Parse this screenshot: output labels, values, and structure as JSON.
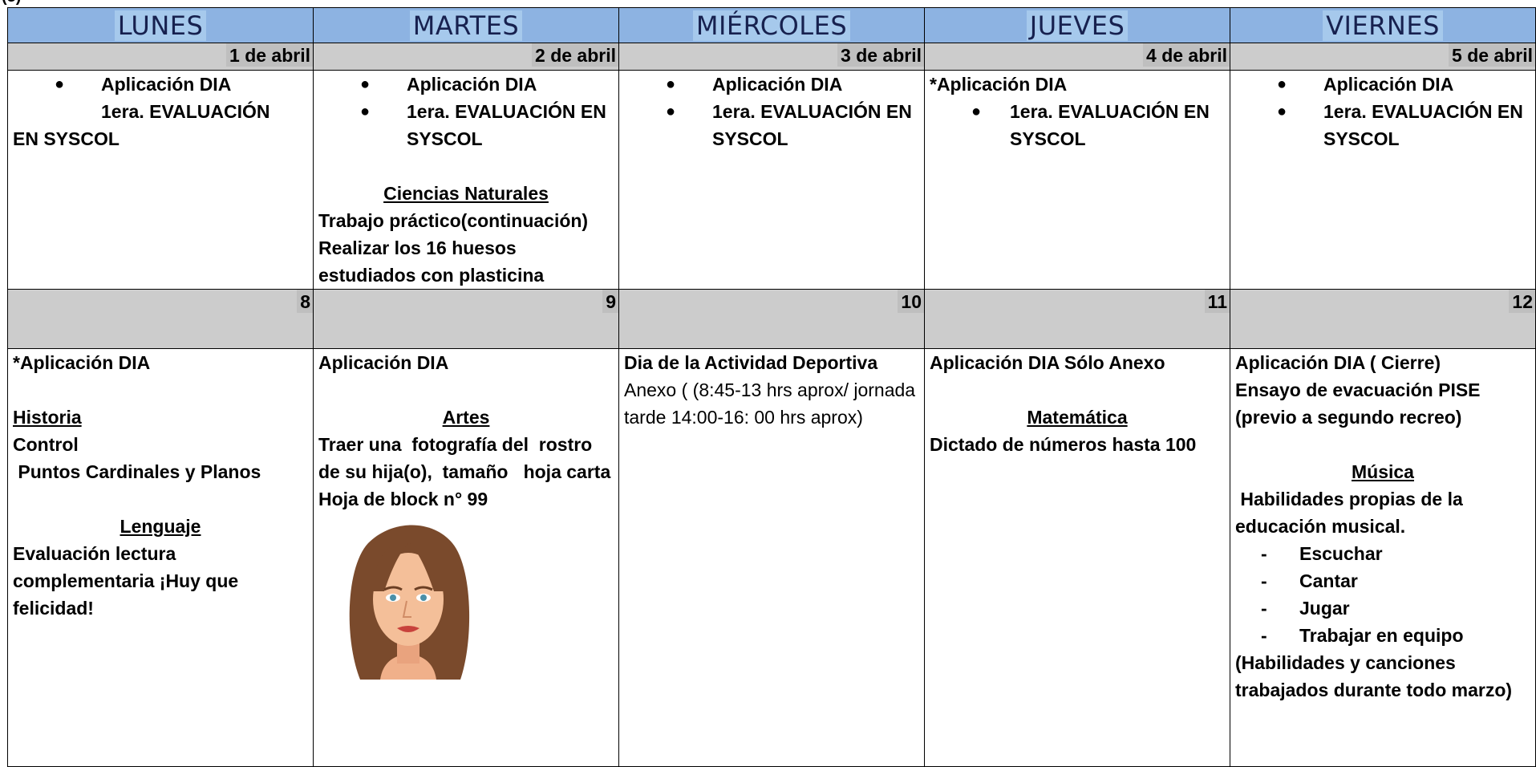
{
  "days": [
    "LUNES",
    "MARTES",
    "MIÉRCOLES",
    "JUEVES",
    "VIERNES"
  ],
  "week1_dates": [
    "1 de abril",
    "2 de abril",
    "3 de abril",
    "4 de abril",
    "5 de abril"
  ],
  "week2_dates": [
    "8",
    "9",
    "10",
    "11",
    "12"
  ],
  "week1": {
    "lunes": {
      "line1": "Aplicación DIA",
      "line2": "1era. EVALUACIÓN",
      "line3": "EN SYSCOL"
    },
    "martes": {
      "bullets": [
        "Aplicación DIA",
        "1era. EVALUACIÓN EN SYSCOL"
      ],
      "subject": "Ciencias Naturales",
      "lines": [
        "Trabajo práctico(continuación)",
        "Realizar los 16 huesos estudiados con plasticina"
      ]
    },
    "miercoles": {
      "bullets": [
        "Aplicación DIA",
        "1era. EVALUACIÓN EN SYSCOL"
      ]
    },
    "jueves": {
      "line1": "*Aplicación DIA",
      "bullets": [
        "1era. EVALUACIÓN EN SYSCOL"
      ]
    },
    "viernes": {
      "bullets": [
        "Aplicación DIA",
        "1era. EVALUACIÓN EN SYSCOL"
      ]
    }
  },
  "week2": {
    "lunes": {
      "line1": "*Aplicación DIA",
      "subject1": "Historia",
      "s1_lines": [
        "Control",
        " Puntos Cardinales y Planos"
      ],
      "subject2": "Lenguaje",
      "s2_lines": [
        "Evaluación lectura complementaria ¡Huy que felicidad!"
      ]
    },
    "martes": {
      "line1": "Aplicación DIA",
      "subject": "Artes",
      "lines": [
        "Traer una  fotografía del  rostro de su hija(o),  tamaño   hoja carta",
        "Hoja de block n° 99"
      ]
    },
    "miercoles": {
      "title": "Dia de la Actividad Deportiva",
      "text": "Anexo ( (8:45-13 hrs aprox/ jornada tarde 14:00-16: 00 hrs aprox)"
    },
    "jueves": {
      "line1": "Aplicación DIA Sólo Anexo",
      "subject": "Matemática",
      "lines": [
        "Dictado de números hasta 100"
      ]
    },
    "viernes": {
      "line1": "Aplicación DIA ( Cierre)",
      "line2": "Ensayo de evacuación PISE (previo a segundo recreo)",
      "subject": "Música",
      "intro": " Habilidades propias de la educación musical.",
      "list": [
        "Escuchar",
        "Cantar",
        "Jugar",
        "Trabajar en equipo"
      ],
      "outro": "(Habilidades y canciones trabajados durante todo marzo)"
    }
  },
  "colors": {
    "header_bg": "#8db3e2",
    "header_text": "#17214f",
    "date_bg": "#cccccc"
  },
  "portrait_icon": "woman-face-illustration"
}
